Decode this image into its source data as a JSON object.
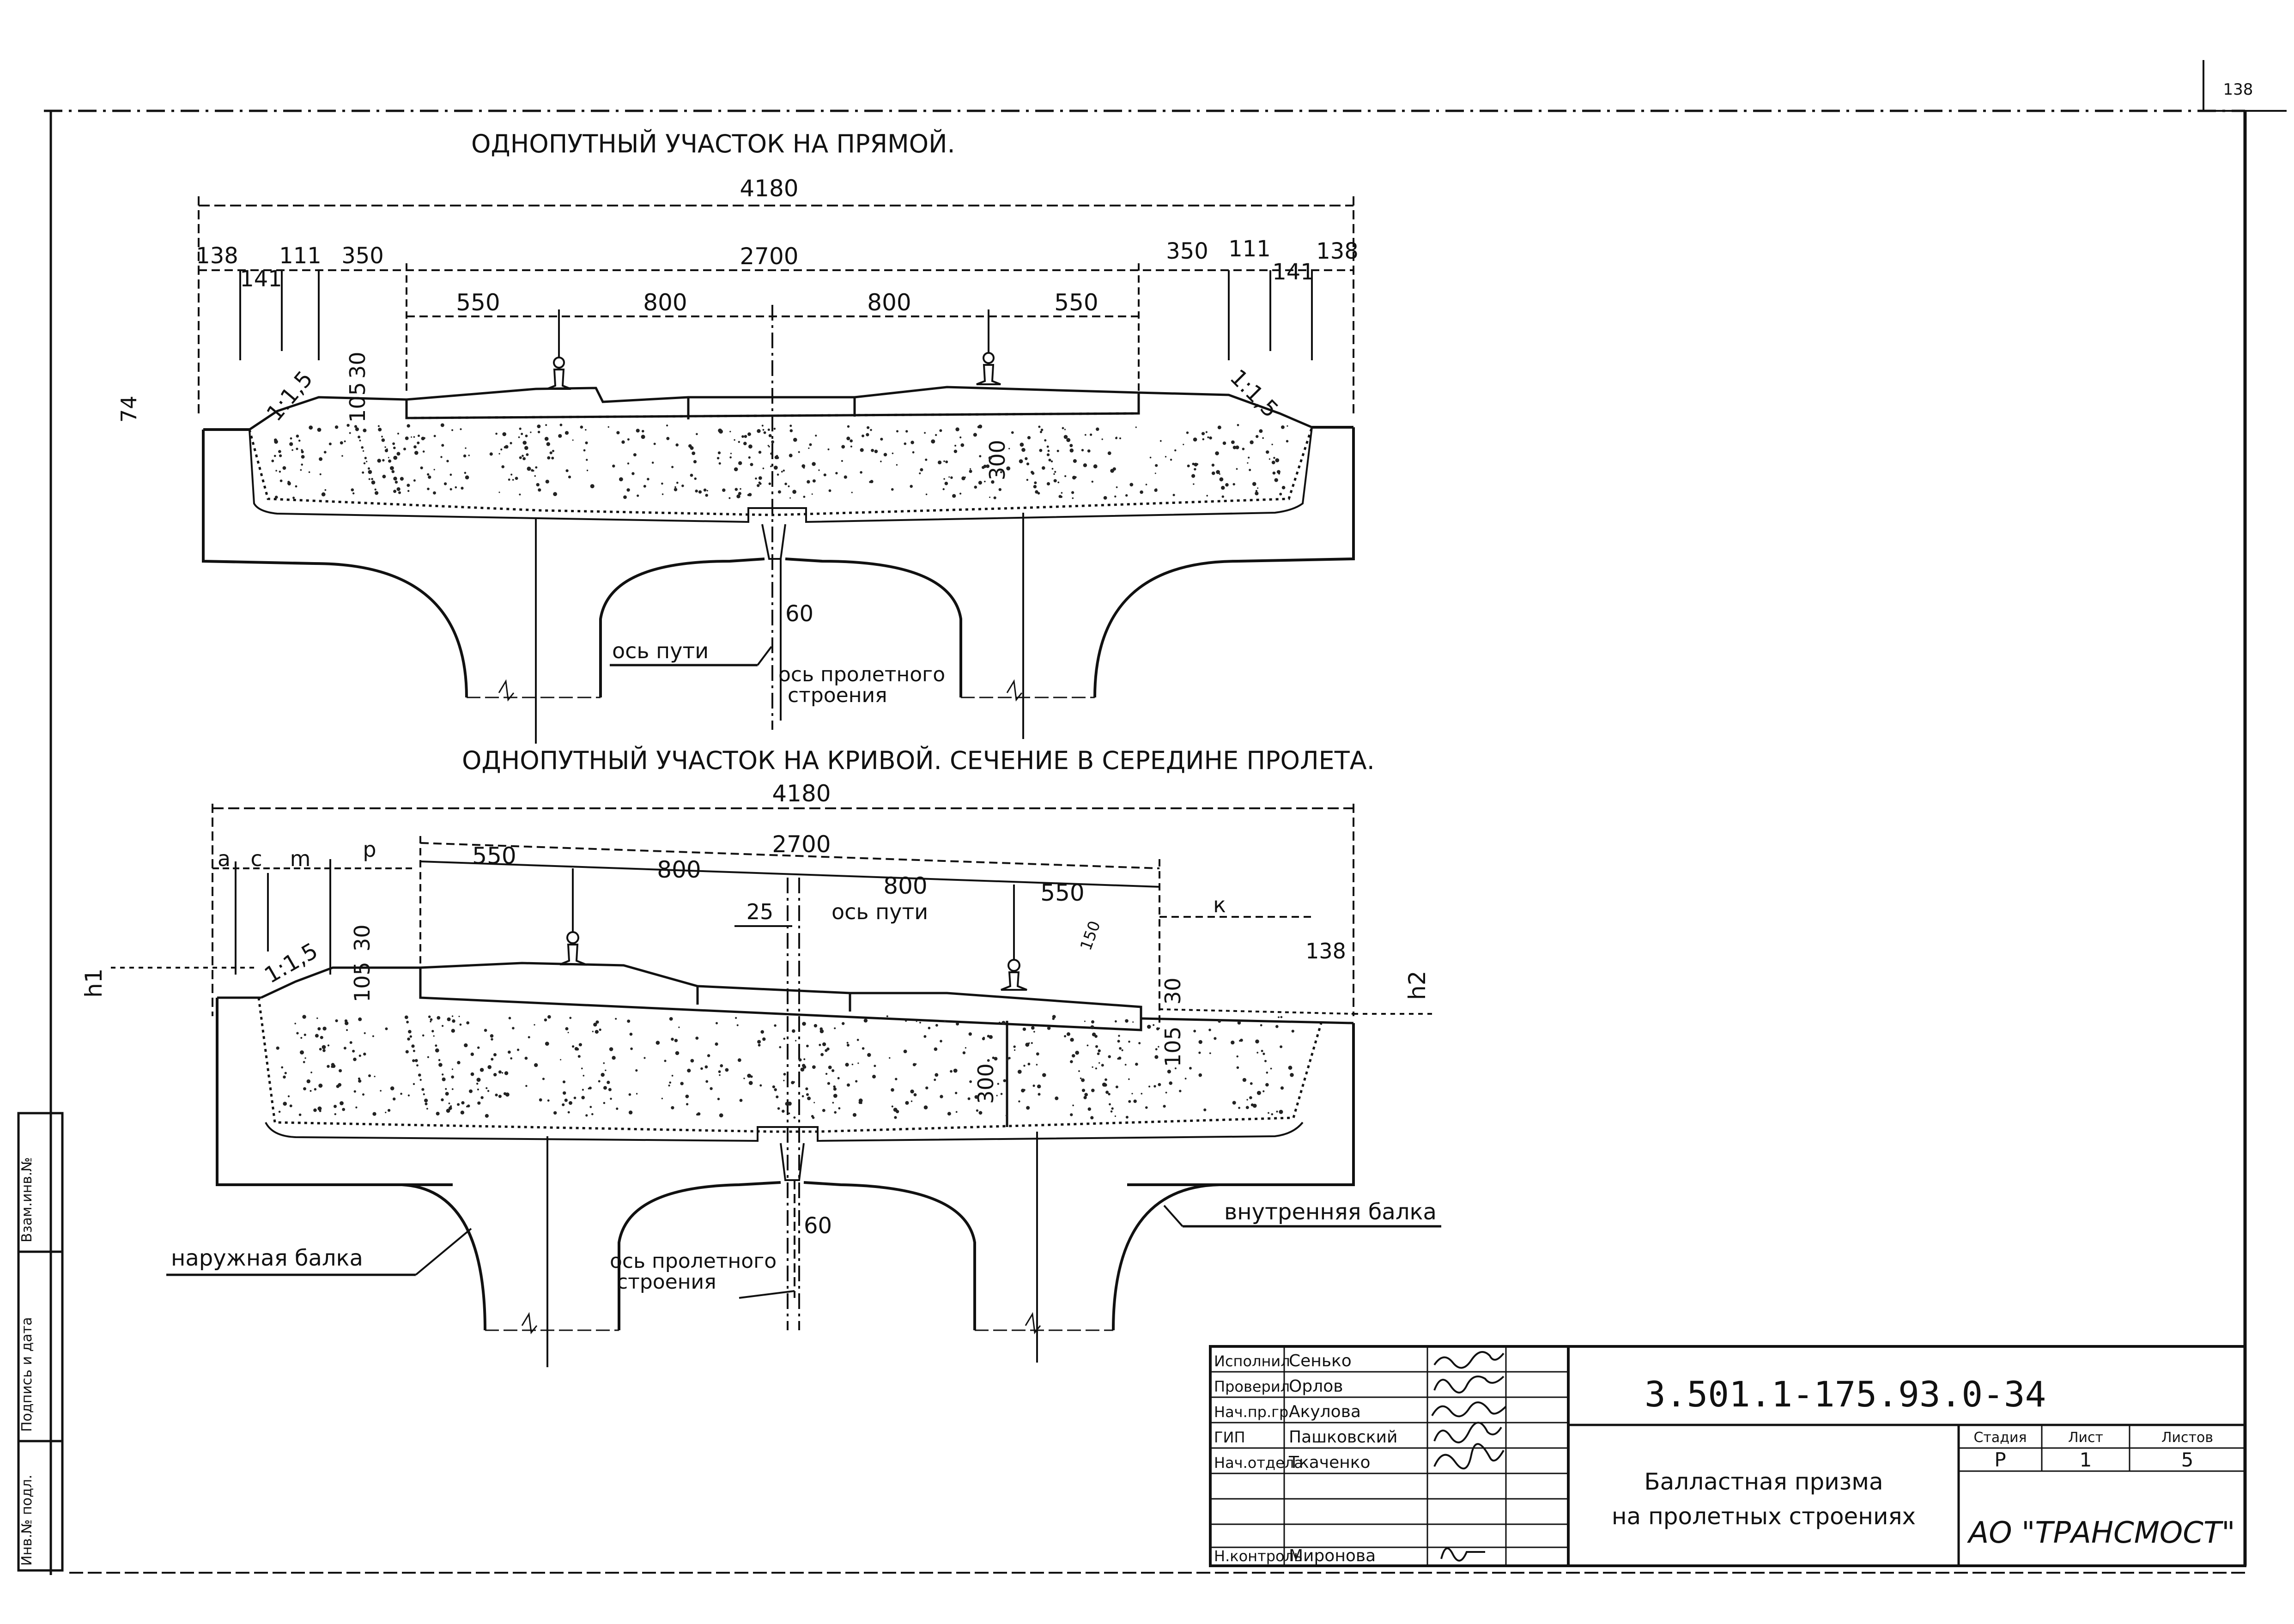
{
  "sheet": {
    "page_number": "138"
  },
  "top_section": {
    "title": "ОДНОПУТНЫЙ УЧАСТОК  НА ПРЯМОЙ.",
    "dims": {
      "overall": "4180",
      "d138_left": "138",
      "d141_left": "141",
      "d111_left": "111",
      "d350_left": "350",
      "d2700": "2700",
      "d350_right": "350",
      "d111_right": "111",
      "d141_right": "141",
      "d138_right": "138",
      "d550_left": "550",
      "d800_left": "800",
      "d800_right": "800",
      "d550_right": "550",
      "slope_left": "1:1,5",
      "slope_right": "1:1,5",
      "d30": "30",
      "d105": "105",
      "d74": "74",
      "d300": "300",
      "d60": "60"
    },
    "labels": {
      "track_axis": "ось пути",
      "span_axis_1": "ось пролетного",
      "span_axis_2": "строения"
    }
  },
  "bottom_section": {
    "title": "ОДНОПУТНЫЙ УЧАСТОК  НА КРИВОЙ.  СЕЧЕНИЕ В СЕРЕДИНЕ ПРОЛЕТА.",
    "dims": {
      "overall": "4180",
      "a": "а",
      "c": "с",
      "m": "m",
      "p": "р",
      "d2700": "2700",
      "d550_left": "550",
      "d800_left": "800",
      "d800_right": "800",
      "d550_right": "550",
      "d25": "25",
      "d150": "150",
      "k": "к",
      "d138": "138",
      "h1": "h1",
      "h2": "h2",
      "slope_left": "1:1,5",
      "d30_left": "30",
      "d105_left": "105",
      "d30_right": "30",
      "d105_right": "105",
      "d300": "300",
      "d60": "60"
    },
    "labels": {
      "track_axis": "ось пути",
      "span_axis_1": "ось пролетного",
      "span_axis_2": "строения",
      "outer_beam": "наружная балка",
      "inner_beam": "внутренняя балка"
    }
  },
  "side_stamp": {
    "text_1": "Инв.№ подл.",
    "text_2": "Подпись и дата",
    "text_3": "Взам.инв.№"
  },
  "title_block": {
    "roles": [
      "Исполнил",
      "Проверил",
      "Нач.пр.гр",
      "ГИП",
      "Нач.отдела",
      "",
      "",
      "Н.контроль"
    ],
    "names": [
      "Сенько",
      "Орлов",
      "Акулова",
      "Пашковский",
      "Ткаченко",
      "",
      "",
      "Миронова"
    ],
    "doc_code": "3.501.1-175.93.0-34",
    "title_line_1": "Балластная призма",
    "title_line_2": "на пролетных строениях",
    "stage_header": "Стадия",
    "sheet_header": "Лист",
    "sheets_header": "Листов",
    "stage": "Р",
    "sheet": "1",
    "sheets": "5",
    "org": "АО \"ТРАНСМОСТ\""
  }
}
